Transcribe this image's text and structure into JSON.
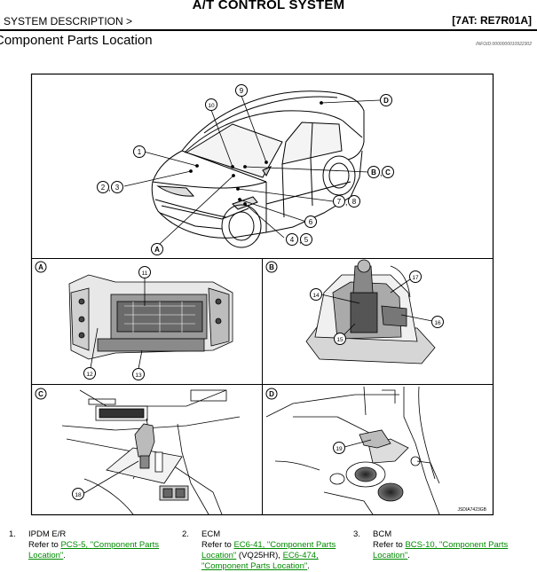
{
  "header": {
    "title": "A/T CONTROL SYSTEM",
    "breadcrumb": "SYSTEM DESCRIPTION >",
    "model_code": "[7AT: RE7R01A]"
  },
  "section": {
    "title": "Component Parts Location",
    "info_id": "INFOID:0000000010922302"
  },
  "figure": {
    "panel_labels": [
      "A",
      "B",
      "C",
      "D"
    ],
    "callouts": {
      "c1": "1",
      "c2": "2",
      "c3": "3",
      "c4": "4",
      "c5": "5",
      "c6": "6",
      "c7": "7",
      "c8": "8",
      "c9": "9",
      "c10": "10",
      "c11": "11",
      "c12": "12",
      "c13": "13",
      "c14": "14",
      "c15": "15",
      "c16": "16",
      "c17": "17",
      "c18": "18",
      "c19": "19",
      "cA": "A",
      "cB": "B",
      "cC": "C",
      "cD": "D"
    },
    "sep": ",",
    "image_id": "JSDIA7423GB"
  },
  "items": [
    {
      "num": "1.",
      "name": "IPDM E/R",
      "refer": "Refer to ",
      "link1": "PCS-5, \"Component Parts",
      "link2": "Location\"",
      "end": "."
    },
    {
      "num": "2.",
      "name": "ECM",
      "refer": "Refer to ",
      "link1": "EC6-41, \"Component Parts",
      "link2": "Location\"",
      "mid": " (VQ25HR), ",
      "link3": "EC6-474,",
      "link4": "\"Component Parts Location\"",
      "end": "."
    },
    {
      "num": "3.",
      "name": "BCM",
      "refer": "Refer to ",
      "link1": "BCS-10, \"Component Parts",
      "link2": "Location\"",
      "end": "."
    }
  ]
}
